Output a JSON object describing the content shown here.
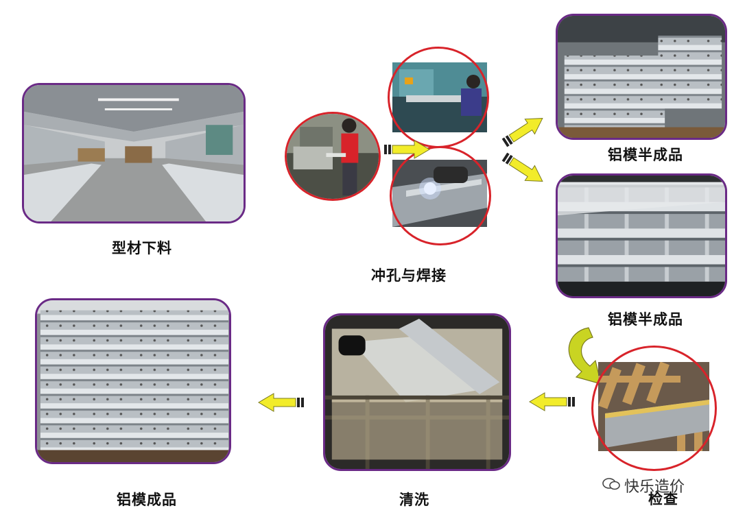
{
  "steps": {
    "cutting": "型材下料",
    "punch_weld": "冲孔与焊接",
    "semi_1": "铝模半成品",
    "semi_2": "铝模半成品",
    "inspect": "检查",
    "clean": "清洗",
    "finished": "铝模成品"
  },
  "watermark": "快乐造价",
  "colors": {
    "frame": "#6a2a86",
    "circle": "#d8232a",
    "arrow": "#f2ec2a"
  }
}
